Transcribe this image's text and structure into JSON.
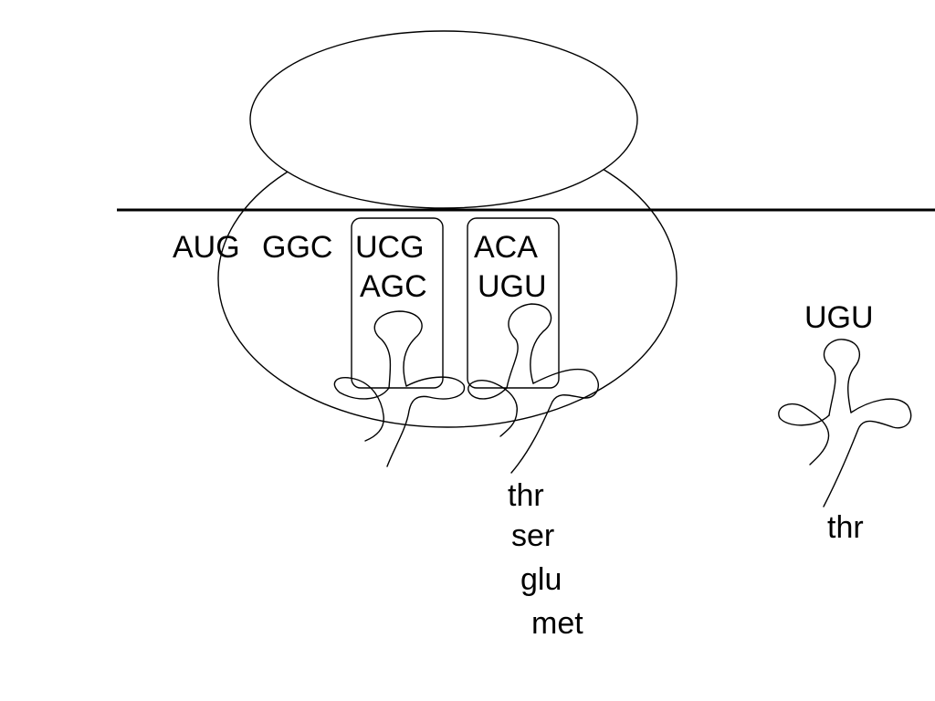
{
  "mrna": {
    "codons": [
      {
        "id": "aug",
        "text": "AUG"
      },
      {
        "id": "ggc",
        "text": "GGC"
      },
      {
        "id": "ucg",
        "text": "UCG"
      },
      {
        "id": "aca",
        "text": "ACA"
      }
    ]
  },
  "p_site_trna": {
    "anticodon": "AGC"
  },
  "a_site_trna": {
    "anticodon": "UGU"
  },
  "peptide_chain": [
    "thr",
    "ser",
    "glu",
    "met"
  ],
  "free_trna": {
    "anticodon": "UGU",
    "amino_acid": "thr"
  }
}
